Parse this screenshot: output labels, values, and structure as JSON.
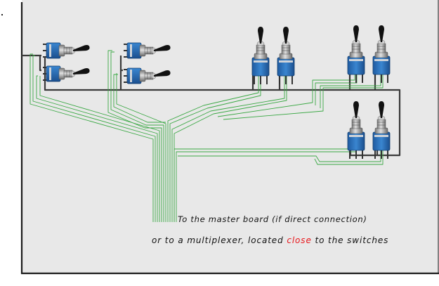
{
  "captions": {
    "line1": "To the master board (if direct connection)",
    "line2_before": "or to a multiplexer, located ",
    "line2_highlight": "close",
    "line2_after": " to the switches"
  },
  "colors": {
    "panel_bg": "#e8e8e8",
    "frame_line": "#1c1c1c",
    "ground_wire": "#3a3a3a",
    "signal_wire": "#3aa844",
    "switch_body": "#2a6fb8",
    "switch_metal": "#a9a9a9",
    "switch_lever": "#111111",
    "highlight_text": "#e8161b"
  },
  "switches": {
    "horizontal_count": 4,
    "vertical_count": 6,
    "icon": "toggle-switch-icon"
  }
}
